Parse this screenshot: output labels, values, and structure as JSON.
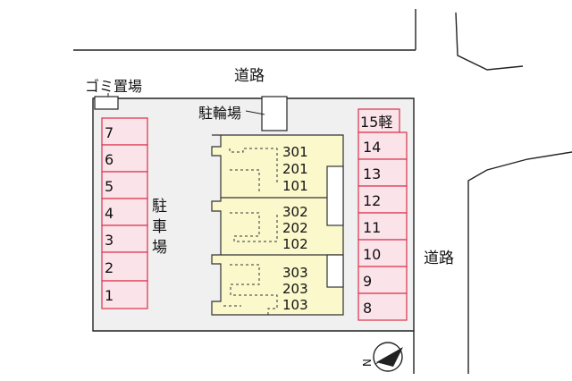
{
  "labels": {
    "road_top": "道路",
    "road_right": "道路",
    "garbage": "ゴミ置場",
    "bicycle": "駐輪場",
    "parking_chars": [
      "駐",
      "車",
      "場"
    ],
    "north": "N"
  },
  "units": [
    [
      "301",
      "201",
      "101"
    ],
    [
      "302",
      "202",
      "102"
    ],
    [
      "303",
      "203",
      "103"
    ]
  ],
  "left_spaces": [
    "7",
    "6",
    "5",
    "4",
    "3",
    "2",
    "1"
  ],
  "right_spaces": [
    "15軽",
    "14",
    "13",
    "12",
    "11",
    "10",
    "9",
    "8"
  ],
  "colors": {
    "parking_fill": "#fbe3ea",
    "parking_stroke": "#d9324a",
    "building_fill": "#fbf8cc",
    "lot_fill": "#f0f0f0"
  }
}
